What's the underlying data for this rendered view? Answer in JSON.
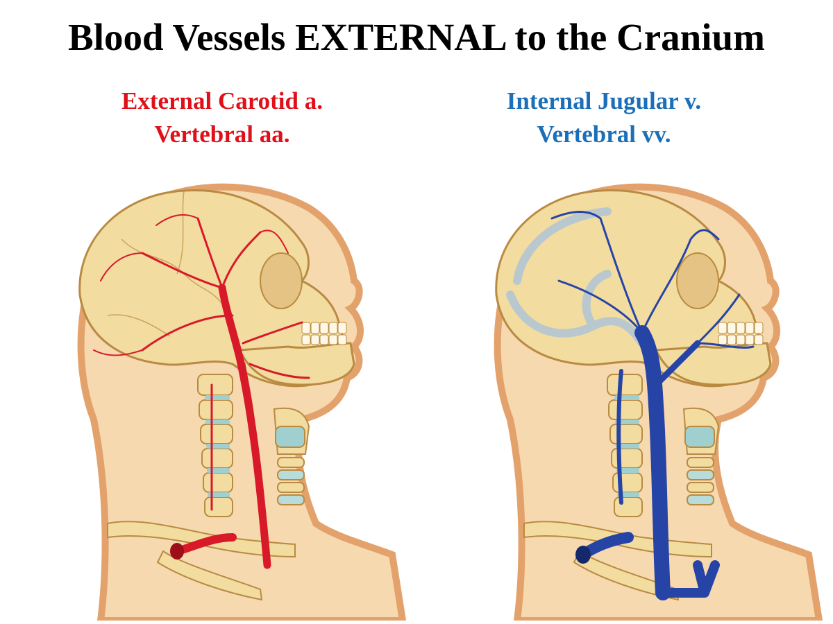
{
  "title": "Blood Vessels EXTERNAL to the Cranium",
  "arteries": {
    "line1": "External Carotid a.",
    "line2": "Vertebral aa.",
    "color": "#e0101a"
  },
  "veins": {
    "line1": "Internal Jugular v.",
    "line2": "Vertebral vv.",
    "color": "#1a6fb8"
  },
  "colors": {
    "skin": "#f7d9b0",
    "skin_outline": "#e3a26c",
    "bone": "#f2dca0",
    "bone_outline": "#b98a42",
    "cartilage": "#9fd0cf",
    "artery_fill": "#d8192a",
    "vein_fill": "#2644a6",
    "sinus": "#b9c8cf"
  }
}
